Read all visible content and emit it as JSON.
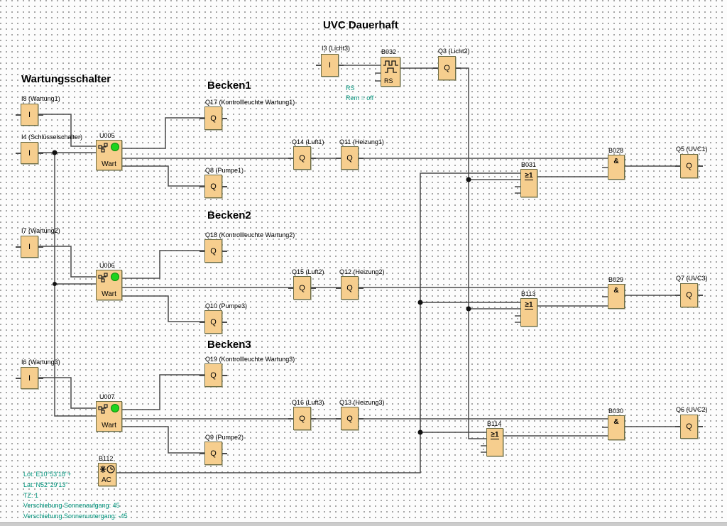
{
  "titles": {
    "wartungsschalter": "Wartungsschalter",
    "becken1": "Becken1",
    "becken2": "Becken2",
    "becken3": "Becken3",
    "uvc": "UVC Dauerhaft"
  },
  "symbols": {
    "input": "I",
    "output": "Q",
    "and": "&",
    "or": "≥1",
    "udf": "Wart",
    "pulse_rs": "RS",
    "astro": "AC"
  },
  "blocks": {
    "i8": {
      "label": "I8 (Wartung1)"
    },
    "i4": {
      "label": "I4 (Schlüsselschalter)"
    },
    "i7": {
      "label": "I7 (Wartung2)"
    },
    "i6": {
      "label": "I6 (Wartung3)"
    },
    "i3": {
      "label": "I3 (Licht3)"
    },
    "u005": {
      "label": "U005"
    },
    "u006": {
      "label": "U006"
    },
    "u007": {
      "label": "U007"
    },
    "b032": {
      "label": "B032"
    },
    "b112": {
      "label": "B112"
    },
    "b031": {
      "label": "B031"
    },
    "b113": {
      "label": "B113"
    },
    "b114": {
      "label": "B114"
    },
    "b028": {
      "label": "B028"
    },
    "b029": {
      "label": "B029"
    },
    "b030": {
      "label": "B030"
    },
    "q3": {
      "label": "Q3 (Licht2)"
    },
    "q17": {
      "label": "Q17 (Kontrollleuchte Wartung1)"
    },
    "q8": {
      "label": "Q8 (Pumpe1)"
    },
    "q18": {
      "label": "Q18 (Kontrollleuchte Wartung2)"
    },
    "q10": {
      "label": "Q10 (Pumpe3)"
    },
    "q19": {
      "label": "Q19 (Kontrollleuchte Wartung3)"
    },
    "q9": {
      "label": "Q9 (Pumpe2)"
    },
    "q14": {
      "label": "Q14 (Luft1)"
    },
    "q11": {
      "label": "Q11 (Heizung1)"
    },
    "q15": {
      "label": "Q15 (Luft2)"
    },
    "q12": {
      "label": "Q12 (Heizung2)"
    },
    "q16": {
      "label": "Q16 (Luft3)"
    },
    "q13": {
      "label": "Q13 (Heizung3)"
    },
    "q5": {
      "label": "Q5 (UVC1)"
    },
    "q7": {
      "label": "Q7 (UVC3)"
    },
    "q6": {
      "label": "Q6 (UVC2)"
    }
  },
  "annotations": {
    "rs": "RS",
    "rem": "Rem = off",
    "lon": "Lot: E10°53'18\"+",
    "lat": "Lat: N52°29'13\"",
    "tz": "TZ: 1",
    "sunrise_offset": "Verschiebung Sonnenaufgang: 45",
    "sunset_offset": "Verschiebung Sonnenuntergang: -45"
  },
  "colors": {
    "block_fill": "#F6CE8E",
    "block_border": "#6E6E46",
    "wire": "#4A4A4A",
    "led_green": "#1ED31E",
    "comment_green": "#00947C"
  }
}
